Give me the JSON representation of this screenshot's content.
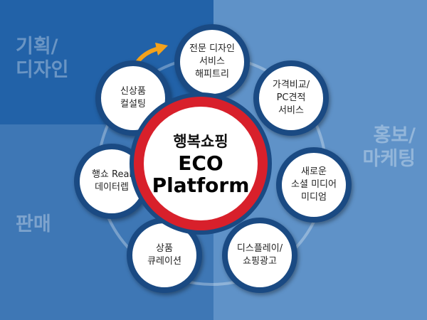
{
  "regions": {
    "planning": "기획/\n디자인",
    "marketing": "홍보/\n마케팅",
    "sales": "판매"
  },
  "hub": {
    "title": "행복쇼핑",
    "line1": "ECO",
    "line2": "Platform"
  },
  "nodes": {
    "design_service": "전문 디자인\n서비스\n해피트리",
    "price_compare": "가격비교/\nPC견적\n서비스",
    "social_media": "새로운\n소셜 미디어\n미디엄",
    "display_ads": "디스플레이/\n쇼핑광고",
    "curation": "상품\n큐레이션",
    "real_data": "행쇼 Real\n데이터렙",
    "new_product": "신상품\n컬설팅"
  },
  "colors": {
    "hub_red": "#d8202b",
    "node_border": "#1a4a83",
    "arrow": "#f3a21c"
  }
}
